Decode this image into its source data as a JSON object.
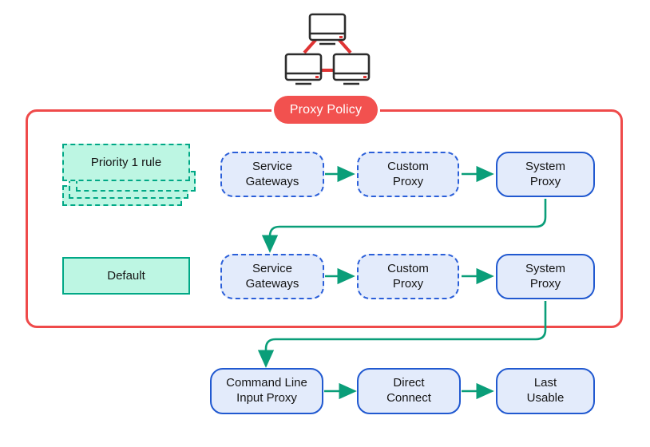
{
  "diagram": {
    "title_badge": "Proxy Policy",
    "topology_icon": "network-topology-icon"
  },
  "rules": {
    "priority_label": "Priority 1 rule",
    "default_label": "Default"
  },
  "rows": [
    {
      "id": "priority-row",
      "nodes": [
        {
          "id": "service-gateways",
          "label": "Service\nGateways",
          "style": "dashed"
        },
        {
          "id": "custom-proxy",
          "label": "Custom\nProxy",
          "style": "dashed"
        },
        {
          "id": "system-proxy",
          "label": "System\nProxy",
          "style": "solid"
        }
      ]
    },
    {
      "id": "default-row",
      "nodes": [
        {
          "id": "service-gateways",
          "label": "Service\nGateways",
          "style": "dashed"
        },
        {
          "id": "custom-proxy",
          "label": "Custom\nProxy",
          "style": "dashed"
        },
        {
          "id": "system-proxy",
          "label": "System\nProxy",
          "style": "solid"
        }
      ]
    },
    {
      "id": "fallback-row",
      "nodes": [
        {
          "id": "command-line-input-proxy",
          "label": "Command Line\nInput Proxy",
          "style": "solid"
        },
        {
          "id": "direct-connect",
          "label": "Direct\nConnect",
          "style": "solid"
        },
        {
          "id": "last-usable",
          "label": "Last\nUsable",
          "style": "solid"
        }
      ]
    }
  ],
  "colors": {
    "policy_red": "#ef4a4a",
    "pill_red": "#f2514f",
    "arrow_green": "#0a9e79",
    "node_border_blue": "#2159d0",
    "node_dashed_blue": "#2b5fd9",
    "node_fill": "#e3ebfb",
    "rule_fill": "#bdf6e3",
    "rule_border": "#00a886",
    "icon_dark": "#2d2d2d"
  }
}
